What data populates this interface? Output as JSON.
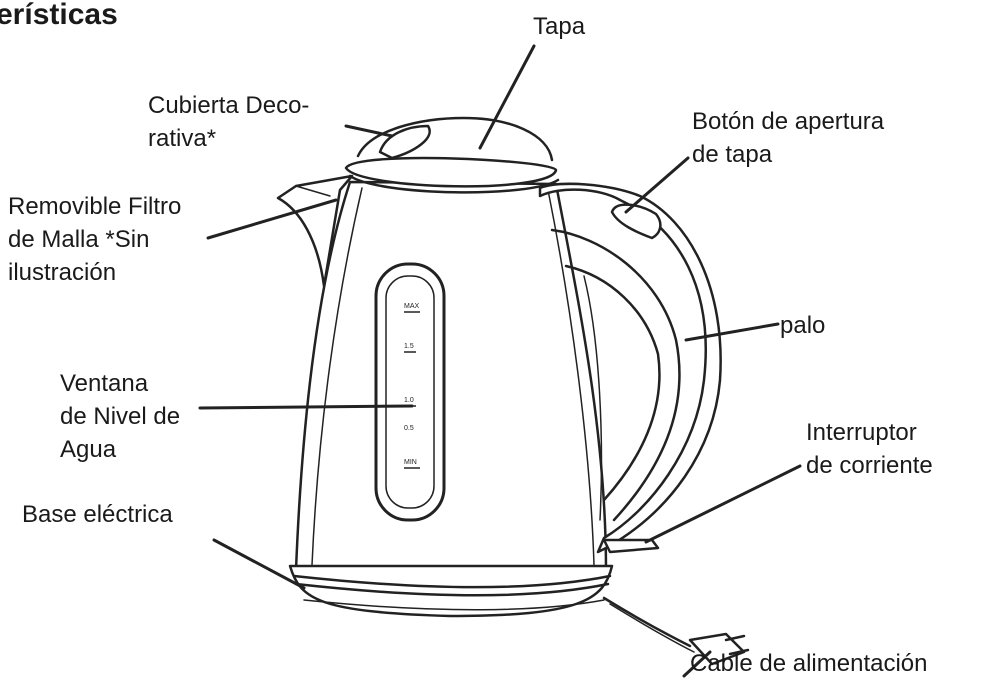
{
  "title": "erísticas",
  "labels": {
    "tapa": "Tapa",
    "cubierta": [
      "Cubierta Deco-",
      "rativa*"
    ],
    "boton": [
      "Botón de apertura",
      "de tapa"
    ],
    "filtro": [
      "Removible Filtro",
      "de Malla *Sin",
      "ilustración"
    ],
    "palo": "palo",
    "ventana": [
      "Ventana",
      "de Nivel de",
      "Agua"
    ],
    "interruptor": [
      "Interruptor",
      "de corriente"
    ],
    "base": "Base eléctrica",
    "cable": "Cable de alimentación"
  },
  "window_marks": [
    "MAX",
    "1.5",
    "1.0",
    "0.5",
    "MIN"
  ]
}
